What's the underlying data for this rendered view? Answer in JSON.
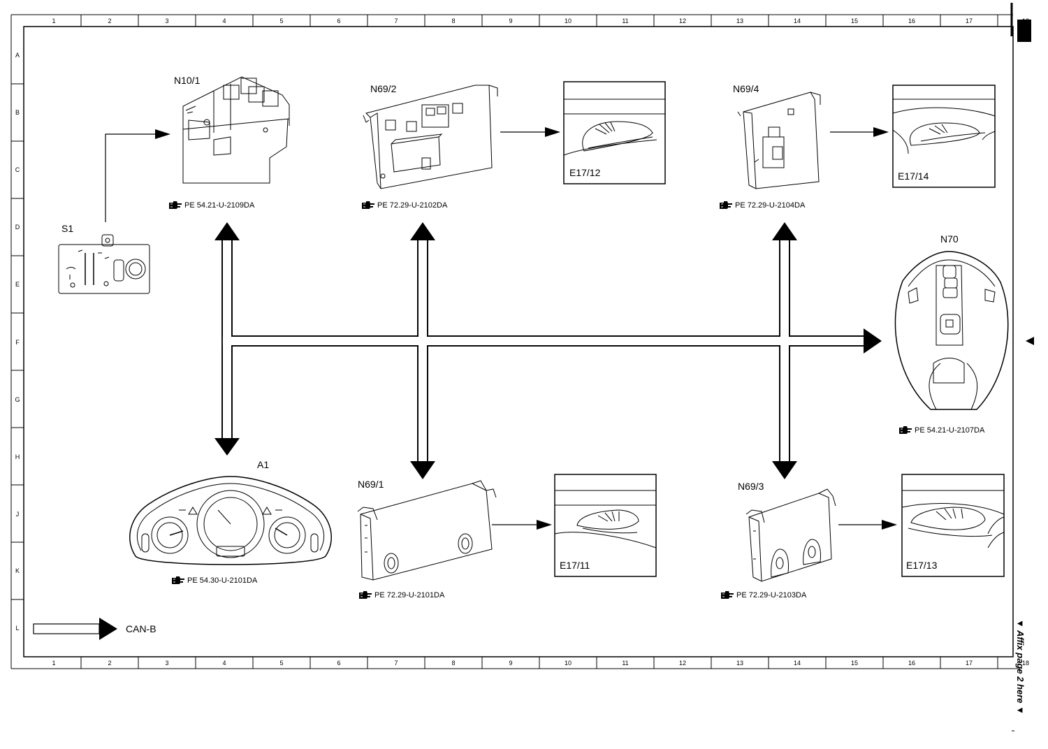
{
  "grid": {
    "columns": [
      "1",
      "2",
      "3",
      "4",
      "5",
      "6",
      "7",
      "8",
      "9",
      "10",
      "11",
      "12",
      "13",
      "14",
      "15",
      "16",
      "17",
      "18"
    ],
    "rows": [
      "A",
      "B",
      "C",
      "D",
      "E",
      "F",
      "G",
      "H",
      "J",
      "K",
      "L"
    ]
  },
  "components": {
    "s1": {
      "label": "S1"
    },
    "n10_1": {
      "label": "N10/1",
      "ref": "PE 54.21-U-2109DA"
    },
    "n69_2": {
      "label": "N69/2",
      "ref": "PE 72.29-U-2102DA"
    },
    "e17_12": {
      "label": "E17/12"
    },
    "n69_4": {
      "label": "N69/4",
      "ref": "PE 72.29-U-2104DA"
    },
    "e17_14": {
      "label": "E17/14"
    },
    "n70": {
      "label": "N70",
      "ref": "PE 54.21-U-2107DA"
    },
    "a1": {
      "label": "A1",
      "ref": "PE 54.30-U-2101DA"
    },
    "n69_1": {
      "label": "N69/1",
      "ref": "PE 72.29-U-2101DA"
    },
    "e17_11": {
      "label": "E17/11"
    },
    "n69_3": {
      "label": "N69/3",
      "ref": "PE 72.29-U-2103DA"
    },
    "e17_13": {
      "label": "E17/13"
    }
  },
  "legend": {
    "label": "CAN-B"
  },
  "side_note": "▼ Affix page 2 here ▼",
  "icons": {
    "reference": "pointing-hand-icon"
  }
}
